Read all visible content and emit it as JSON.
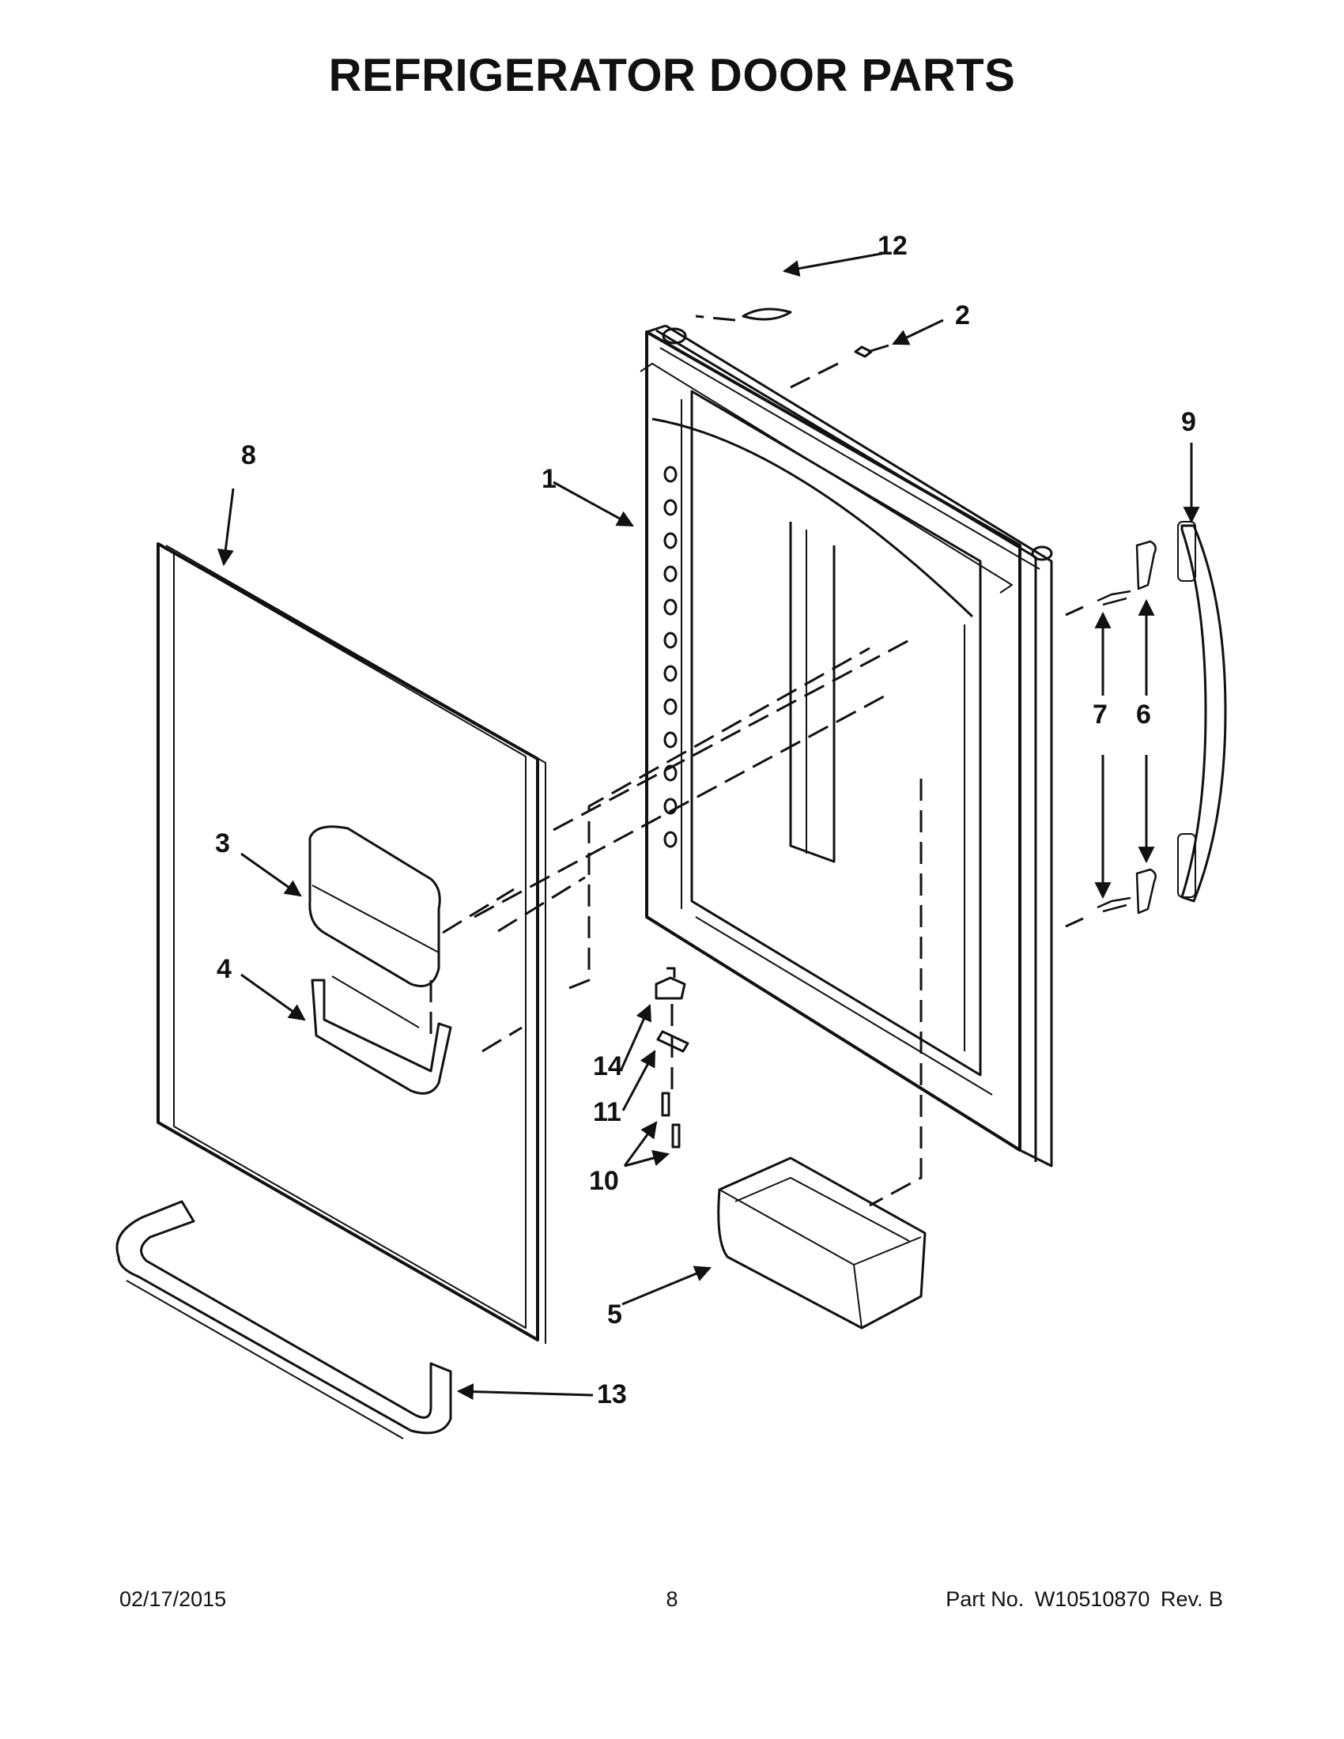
{
  "title": "REFRIGERATOR DOOR PARTS",
  "callouts": [
    "1",
    "2",
    "3",
    "4",
    "5",
    "6",
    "7",
    "8",
    "9",
    "10",
    "11",
    "12",
    "13",
    "14"
  ],
  "footer": {
    "date": "02/17/2015",
    "page": "8",
    "part_label": "Part No.",
    "part_number": "W10510870",
    "rev": "Rev.  B"
  }
}
